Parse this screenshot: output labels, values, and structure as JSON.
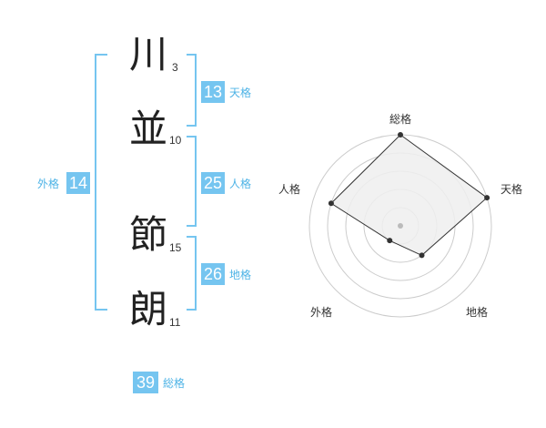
{
  "name": {
    "characters": [
      {
        "char": "川",
        "strokes": "3"
      },
      {
        "char": "並",
        "strokes": "10"
      },
      {
        "char": "節",
        "strokes": "15"
      },
      {
        "char": "朗",
        "strokes": "11"
      }
    ]
  },
  "fortunes": {
    "tenkaku": {
      "value": "13",
      "label": "天格"
    },
    "jinkaku": {
      "value": "25",
      "label": "人格"
    },
    "chikaku": {
      "value": "26",
      "label": "地格"
    },
    "gaikaku": {
      "value": "14",
      "label": "外格"
    },
    "soukaku": {
      "value": "39",
      "label": "総格"
    }
  },
  "chart_data": {
    "type": "radar",
    "axes": [
      "総格",
      "天格",
      "地格",
      "外格",
      "人格"
    ],
    "values": [
      5,
      5,
      2,
      1,
      4
    ],
    "range": [
      0,
      5
    ],
    "rings": 5,
    "colors": {
      "fill": "#eeeeee",
      "line": "#333333",
      "ring": "#cccccc",
      "center": "#bbbbbb",
      "bracket": "#75c5f0"
    }
  }
}
